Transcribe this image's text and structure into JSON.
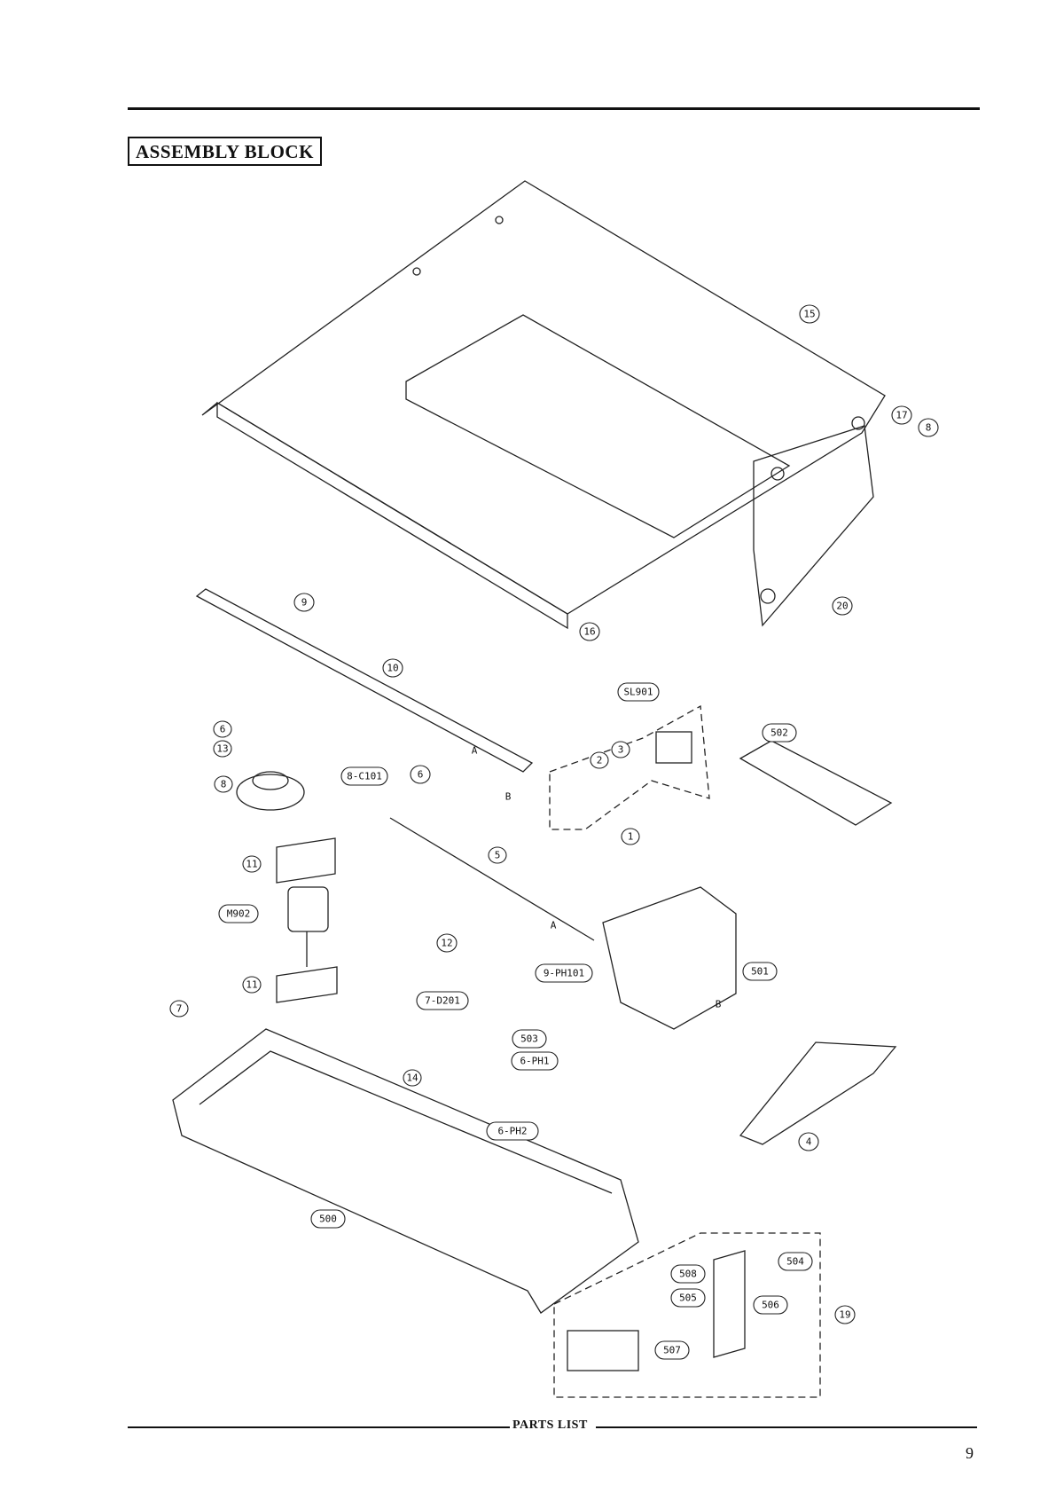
{
  "section_title": "ASSEMBLY BLOCK",
  "footer_label": "PARTS LIST",
  "page_number": "9",
  "callouts": {
    "c1": "1",
    "c2": "2",
    "c3": "3",
    "c4": "4",
    "c5": "5",
    "c6a": "6",
    "c6b": "6",
    "c7": "7",
    "c8a": "8",
    "c8b": "8",
    "c9": "9",
    "c10": "10",
    "c11a": "11",
    "c11b": "11",
    "c12": "12",
    "c13": "13",
    "c14": "14",
    "c15": "15",
    "c16": "16",
    "c17": "17",
    "c19": "19",
    "c20": "20",
    "c500": "500",
    "c501": "501",
    "c502": "502",
    "c503": "503",
    "c504": "504",
    "c505": "505",
    "c506": "506",
    "c507": "507",
    "c508": "508",
    "sl901": "SL901",
    "m902": "M902",
    "c101": "8-C101",
    "d201": "7-D201",
    "ph101": "9-PH101",
    "ph1": "6-PH1",
    "ph2": "6-PH2",
    "markA1": "A",
    "markA2": "A",
    "markB1": "B",
    "markB2": "B"
  }
}
